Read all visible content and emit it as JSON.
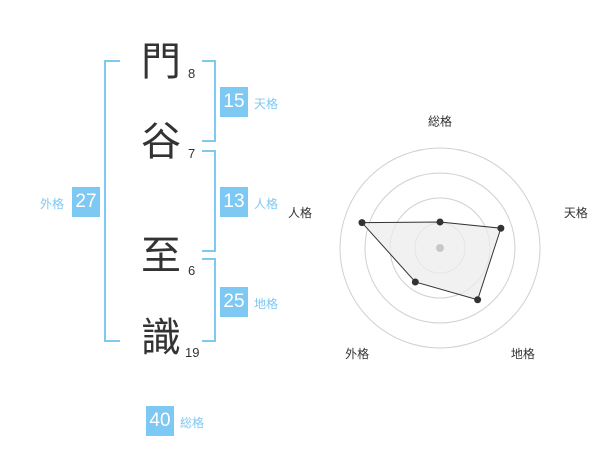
{
  "name": {
    "chars": [
      {
        "char": "門",
        "strokes": "8"
      },
      {
        "char": "谷",
        "strokes": "7"
      },
      {
        "char": "至",
        "strokes": "6"
      },
      {
        "char": "識",
        "strokes": "19"
      }
    ]
  },
  "kakusu": {
    "tenkaku": {
      "value": "15",
      "label": "天格"
    },
    "jinkaku": {
      "value": "13",
      "label": "人格"
    },
    "chikaku": {
      "value": "25",
      "label": "地格"
    },
    "gaikaku": {
      "value": "27",
      "label": "外格"
    },
    "soukaku": {
      "value": "40",
      "label": "総格"
    }
  },
  "chart_data": {
    "type": "radar",
    "axes": [
      "総格",
      "天格",
      "地格",
      "外格",
      "人格"
    ],
    "values": [
      1.3,
      3.2,
      3.2,
      2.1,
      4.1
    ],
    "max": 5,
    "rings": 4,
    "colors": {
      "fill": "#ececec",
      "stroke": "#333333",
      "grid": "#d0d0d0",
      "center": "#c8c8c8"
    }
  },
  "colors": {
    "accent": "#7ec8f4"
  }
}
